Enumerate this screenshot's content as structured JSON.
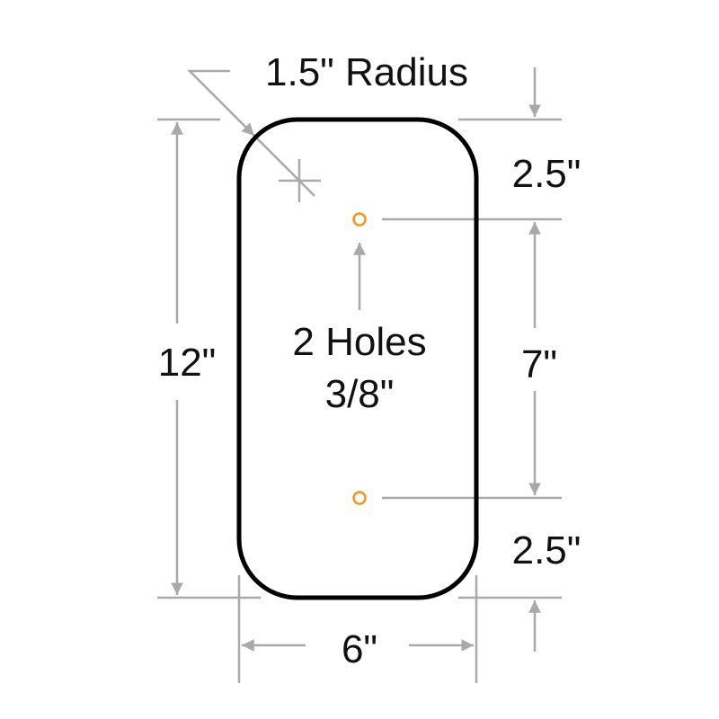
{
  "labels": {
    "radius": "1.5\" Radius",
    "height": "12\"",
    "width": "6\"",
    "top_offset": "2.5\"",
    "hole_spacing": "7\"",
    "bottom_offset": "2.5\"",
    "holes_line1": "2 Holes",
    "holes_line2": "3/8\""
  },
  "colors": {
    "outline": "#000000",
    "dimension": "#a7a9ac",
    "hole": "#f7941d"
  }
}
